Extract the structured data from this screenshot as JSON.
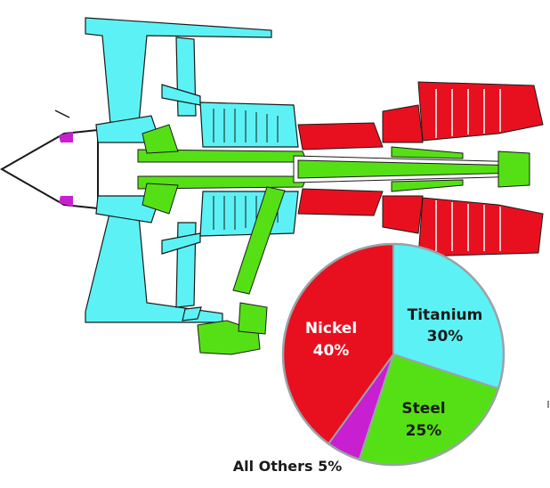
{
  "colors": {
    "titanium": "#5CF2F5",
    "nickel": "#E8101F",
    "steel": "#55E015",
    "others": "#C81FD0",
    "outline": "#1a1a1a",
    "pie_border": "#9aa3a8"
  },
  "chart_data": {
    "type": "pie",
    "slices": [
      {
        "label": "Titanium",
        "value": 30,
        "value_label": "30%",
        "color": "#5CF2F5"
      },
      {
        "label": "Steel",
        "value": 25,
        "value_label": "25%",
        "color": "#55E015"
      },
      {
        "label": "All Others",
        "value": 5,
        "value_label": "5%",
        "color": "#C81FD0"
      },
      {
        "label": "Nickel",
        "value": 40,
        "value_label": "40%",
        "color": "#E8101F"
      }
    ],
    "others_caption": "All Others 5%"
  }
}
